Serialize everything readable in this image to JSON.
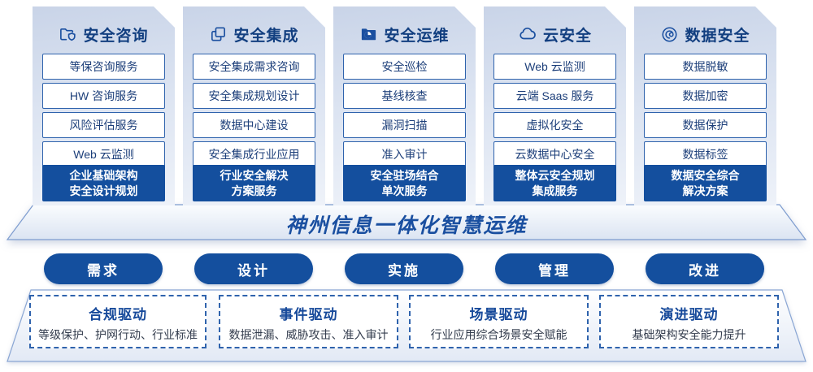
{
  "colors": {
    "primary_blue": "#144f9e",
    "border_blue": "#2f63ad",
    "navy_text": "#123f80",
    "banner_text_blue": "#1a4fa0",
    "card_gradient_top": "#c9d4e8",
    "card_gradient_bottom": "#eef2f9"
  },
  "columns": [
    {
      "icon": "folder-shield-icon",
      "title": "安全咨询",
      "items": [
        "等保咨询服务",
        "HW 咨询服务",
        "风险评估服务",
        "Web 云监测"
      ],
      "footer": {
        "line1": "企业基础架构",
        "line2": "安全设计规划"
      }
    },
    {
      "icon": "documents-icon",
      "title": "安全集成",
      "items": [
        "安全集成需求咨询",
        "安全集成规划设计",
        "数据中心建设",
        "安全集成行业应用"
      ],
      "footer": {
        "line1": "行业安全解决",
        "line2": "方案服务"
      }
    },
    {
      "icon": "folder-chart-icon",
      "title": "安全运维",
      "items": [
        "安全巡检",
        "基线核查",
        "漏洞扫描",
        "准入审计"
      ],
      "footer": {
        "line1": "安全驻场结合",
        "line2": "单次服务"
      }
    },
    {
      "icon": "cloud-icon",
      "title": "云安全",
      "items": [
        "Web 云监测",
        "云端 Saas 服务",
        "虚拟化安全",
        "云数据中心安全"
      ],
      "footer": {
        "line1": "整体云安全规划",
        "line2": "集成服务"
      }
    },
    {
      "icon": "fingerprint-icon",
      "title": "数据安全",
      "items": [
        "数据脱敏",
        "数据加密",
        "数据保护",
        "数据标签"
      ],
      "footer": {
        "line1": "数据安全综合",
        "line2": "解决方案"
      }
    }
  ],
  "banner": {
    "title": "神州信息一体化智慧运维"
  },
  "phases": [
    {
      "label": "需求"
    },
    {
      "label": "设计"
    },
    {
      "label": "实施"
    },
    {
      "label": "管理"
    },
    {
      "label": "改进"
    }
  ],
  "drivers": [
    {
      "title": "合规驱动",
      "desc": "等级保护、护网行动、行业标准"
    },
    {
      "title": "事件驱动",
      "desc": "数据泄漏、威胁攻击、准入审计"
    },
    {
      "title": "场景驱动",
      "desc": "行业应用综合场景安全赋能"
    },
    {
      "title": "演进驱动",
      "desc": "基础架构安全能力提升"
    }
  ]
}
